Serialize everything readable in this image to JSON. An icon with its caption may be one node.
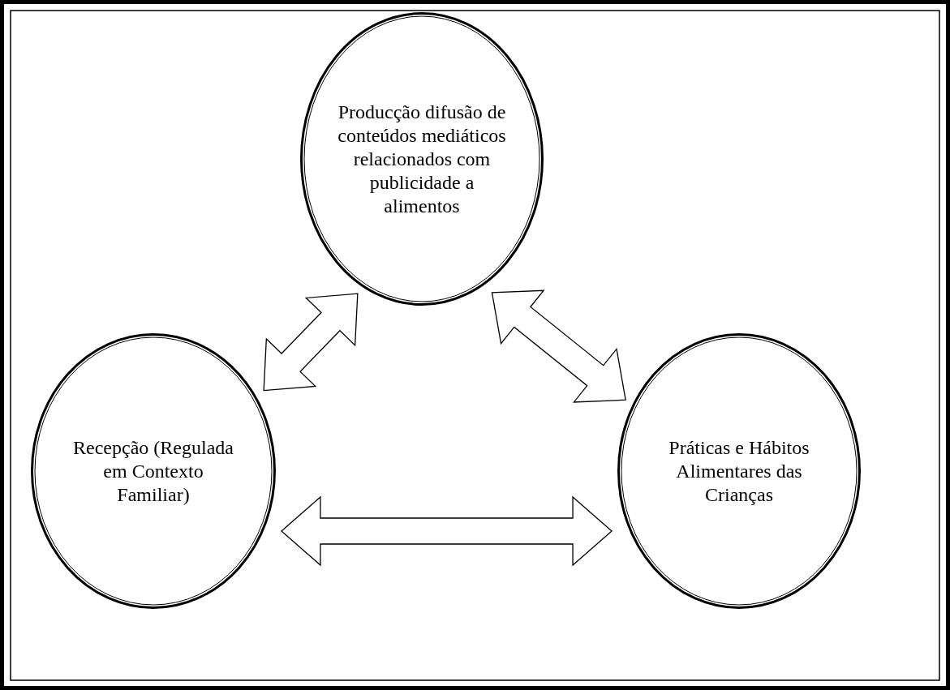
{
  "diagram": {
    "nodes": [
      {
        "text": [
          "Producção difusão de conteúdos mediáticos relacionados com publicidade a alimentos"
        ]
      },
      {
        "text": [
          "Recepção (Regulada em Contexto Familiar)"
        ]
      },
      {
        "text": [
          "Práticas e Hábitos Alimentares das Crianças"
        ]
      }
    ],
    "edges": [
      {
        "from": 0,
        "to": 1,
        "arrow": "both"
      },
      {
        "from": 0,
        "to": 2,
        "arrow": "both"
      },
      {
        "from": 1,
        "to": 2,
        "arrow": "both"
      }
    ]
  }
}
